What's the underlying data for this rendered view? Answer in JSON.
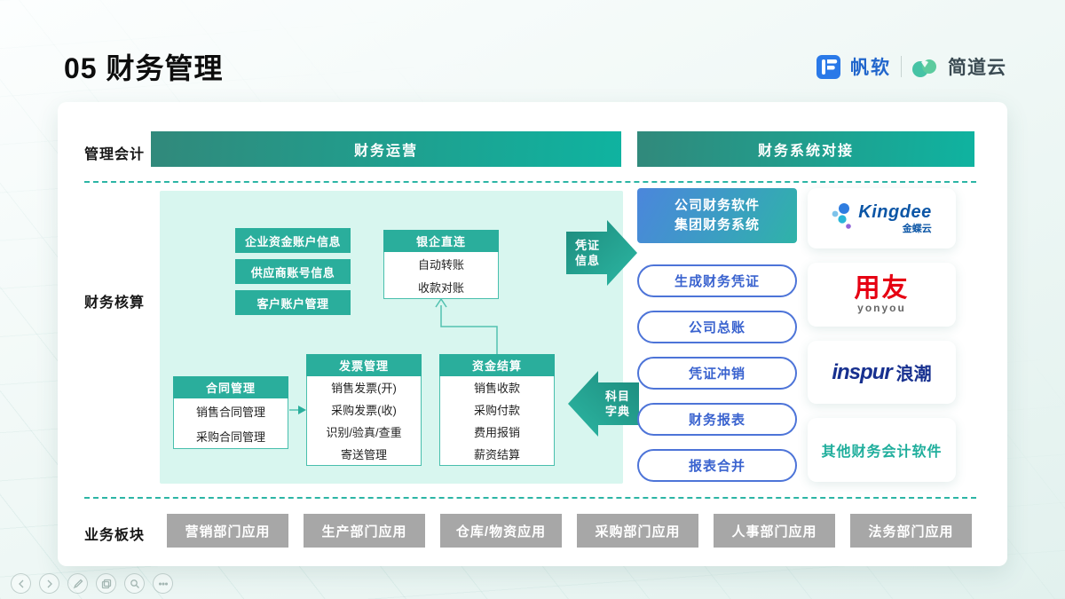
{
  "page": {
    "title": "05 财务管理"
  },
  "brand": {
    "fanruan": "帆软",
    "jiandaoyun": "简道云"
  },
  "rows": {
    "management": {
      "label": "管理会计",
      "banner_left": "财务运营",
      "banner_right": "财务系统对接"
    },
    "accounting": {
      "label": "财务核算",
      "chips": [
        "企业资金账户信息",
        "供应商账号信息",
        "客户账户管理"
      ],
      "bank_box": {
        "title": "银企直连",
        "items": [
          "自动转账",
          "收款对账"
        ]
      },
      "contract_box": {
        "title": "合同管理",
        "items": [
          "销售合同管理",
          "采购合同管理"
        ]
      },
      "invoice_box": {
        "title": "发票管理",
        "items": [
          "销售发票(开)",
          "采购发票(收)",
          "识别/验真/查重",
          "寄送管理"
        ]
      },
      "settlement_box": {
        "title": "资金结算",
        "items": [
          "销售收款",
          "采购付款",
          "费用报销",
          "薪资结算"
        ]
      },
      "arrow_voucher": {
        "line1": "凭证",
        "line2": "信息"
      },
      "arrow_subject": {
        "line1": "科目",
        "line2": "字典"
      },
      "target_system": {
        "line1": "公司财务软件",
        "line2": "集团财务系统"
      },
      "pills": [
        "生成财务凭证",
        "公司总账",
        "凭证冲销",
        "财务报表",
        "报表合并"
      ],
      "vendors": {
        "kingdee": {
          "text": "Kingdee",
          "sub": "金蝶云"
        },
        "yonyou": {
          "text": "用友",
          "sub": "yonyou"
        },
        "inspur": {
          "text": "inspur",
          "sub": "浪潮"
        },
        "other": {
          "text": "其他财务会计软件"
        }
      }
    },
    "business": {
      "label": "业务板块",
      "buttons": [
        "营销部门应用",
        "生产部门应用",
        "仓库/物资应用",
        "采购部门应用",
        "人事部门应用",
        "法务部门应用"
      ]
    }
  },
  "toolbar": {
    "icons": [
      "back",
      "forward",
      "pencil",
      "slides",
      "zoom",
      "more"
    ]
  },
  "colors": {
    "banner_gradient": [
      "#31897b",
      "#0fb3a0"
    ],
    "panel_bg": "#d8f6ef",
    "box_teal": "#2aae9c",
    "pill_blue": "#4d74d8",
    "sys_gradient": [
      "#4b86dc",
      "#2fb3a8"
    ],
    "gray_button": "#a7a7a7",
    "kingdee_blue": "#0c56a6",
    "yonyou_red": "#e60012",
    "inspur_navy": "#17308f",
    "other_teal": "#1fae9c"
  }
}
